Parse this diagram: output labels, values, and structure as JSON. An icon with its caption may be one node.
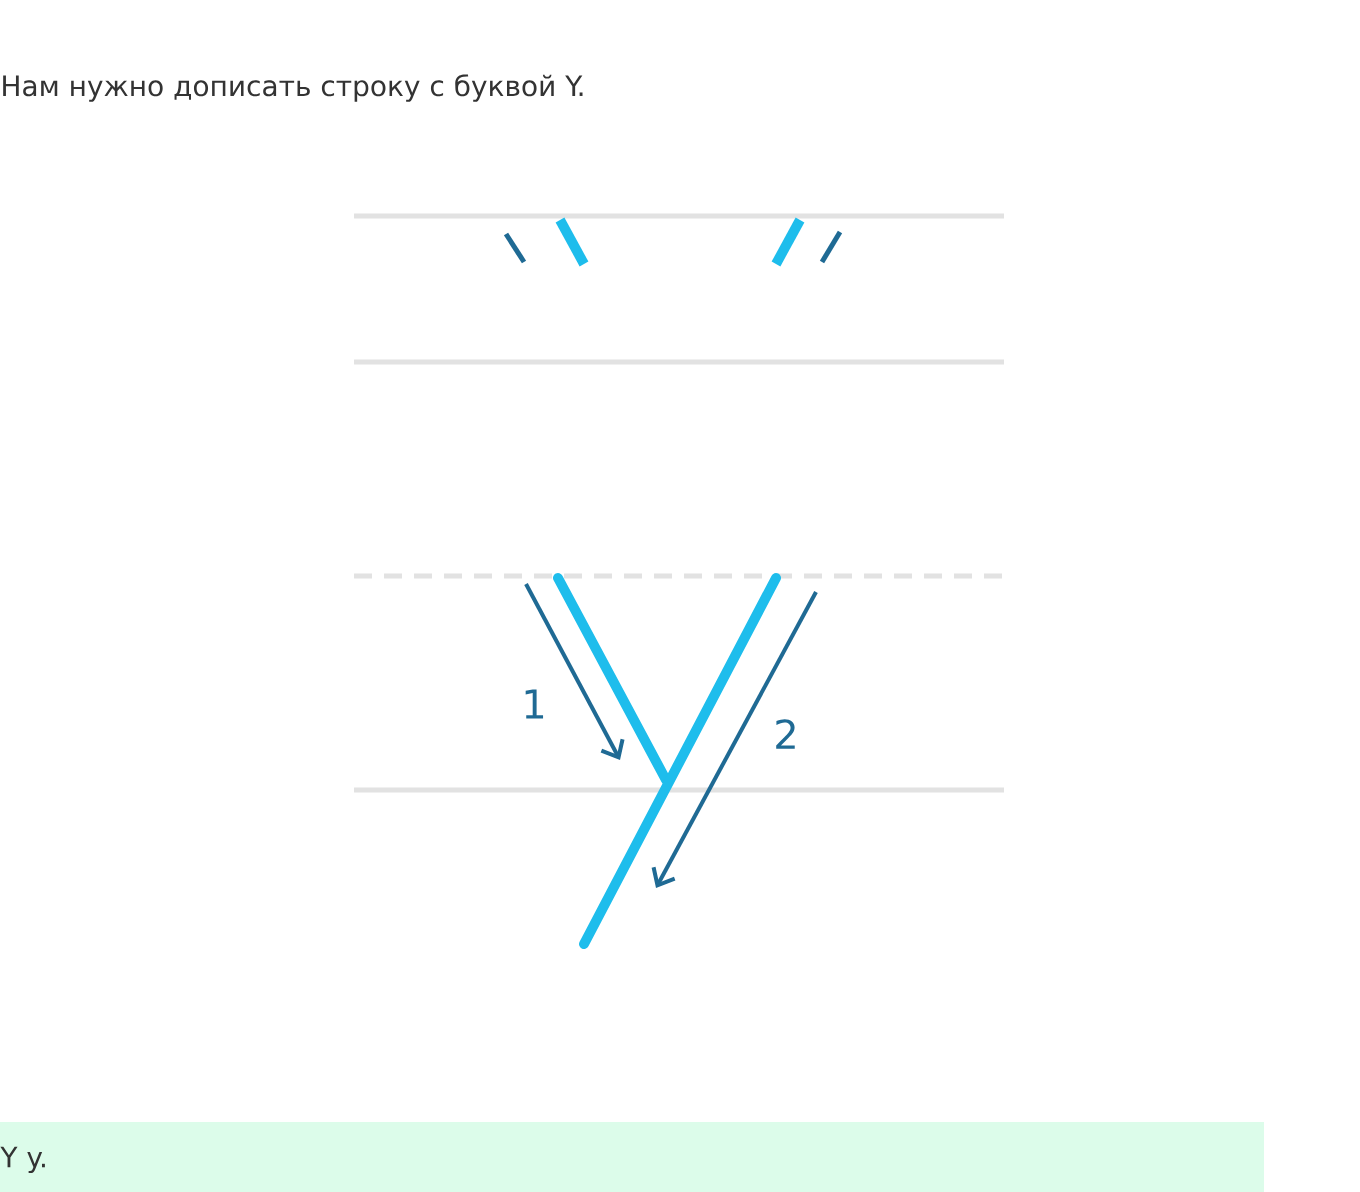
{
  "diagram": {
    "title": "Нам нужно дописать строку с буквой Y.",
    "labels": [
      "1",
      "2",
      "Y y."
    ]
  }
}
